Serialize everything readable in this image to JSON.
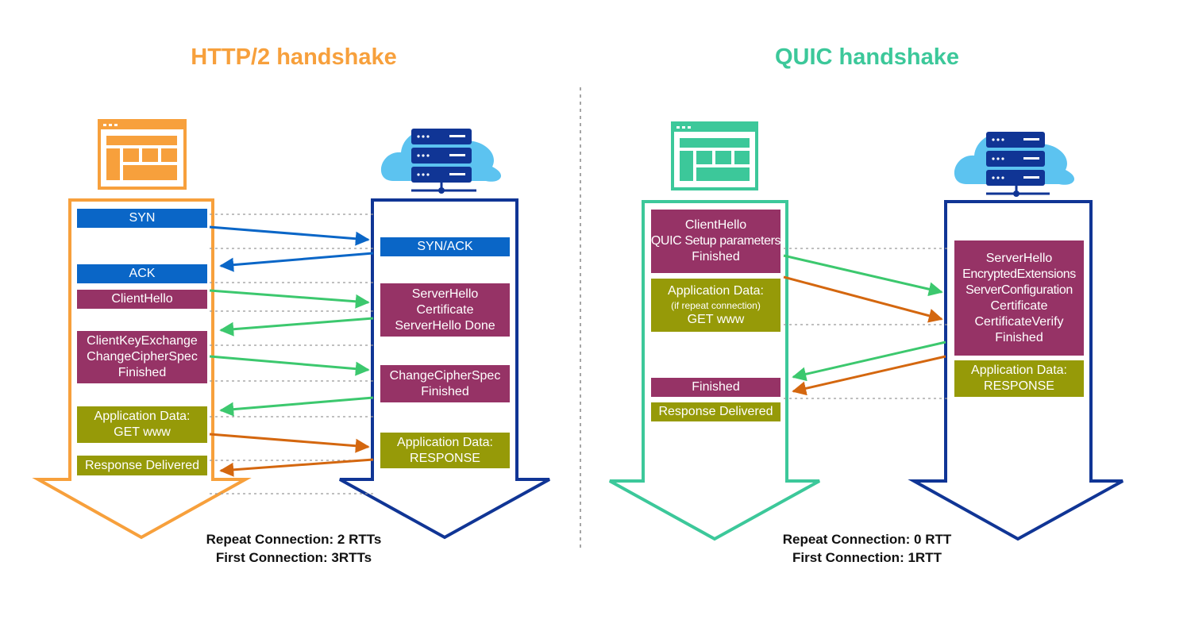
{
  "http2": {
    "title": "HTTP/2 handshake",
    "client_msgs": {
      "syn": "SYN",
      "ack": "ACK",
      "client_hello": "ClientHello",
      "key_exchange": [
        "ClientKeyExchange",
        "ChangeCipherSpec",
        "Finished"
      ],
      "app_data": [
        "Application Data:",
        "GET www"
      ],
      "response_delivered": "Response Delivered"
    },
    "server_msgs": {
      "syn_ack": "SYN/ACK",
      "server_hello": [
        "ServerHello",
        "Certificate",
        "ServerHello Done"
      ],
      "change_cipher": [
        "ChangeCipherSpec",
        "Finished"
      ],
      "app_data": [
        "Application Data:",
        "RESPONSE"
      ]
    },
    "summary": [
      "Repeat Connection: 2 RTTs",
      "First Connection: 3RTTs"
    ]
  },
  "quic": {
    "title": "QUIC handshake",
    "client_msgs": {
      "client_hello": [
        "ClientHello",
        "QUIC Setup parameters",
        "Finished"
      ],
      "app_data": [
        "Application Data:",
        "(if repeat connection)",
        "GET www"
      ],
      "finished": "Finished",
      "response_delivered": "Response Delivered"
    },
    "server_msgs": {
      "server_hello": [
        "ServerHello",
        "EncryptedExtensions",
        "ServerConfiguration",
        "Certificate",
        "CertificateVerify",
        "Finished"
      ],
      "app_data": [
        "Application Data:",
        "RESPONSE"
      ]
    },
    "summary": [
      "Repeat Connection: 0 RTT",
      "First Connection: 1RTT"
    ]
  },
  "colors": {
    "http2_accent": "#f7a03c",
    "quic_accent": "#3cc89a",
    "server_blue": "#103595",
    "msg_blue": "#0a66c7",
    "msg_purple": "#963366",
    "msg_olive": "#969a08",
    "arrow_green": "#3cc86e",
    "arrow_orange": "#d4670f",
    "cloud": "#5cc3f0"
  },
  "icons": [
    "browser-window-icon",
    "cloud-server-icon"
  ]
}
